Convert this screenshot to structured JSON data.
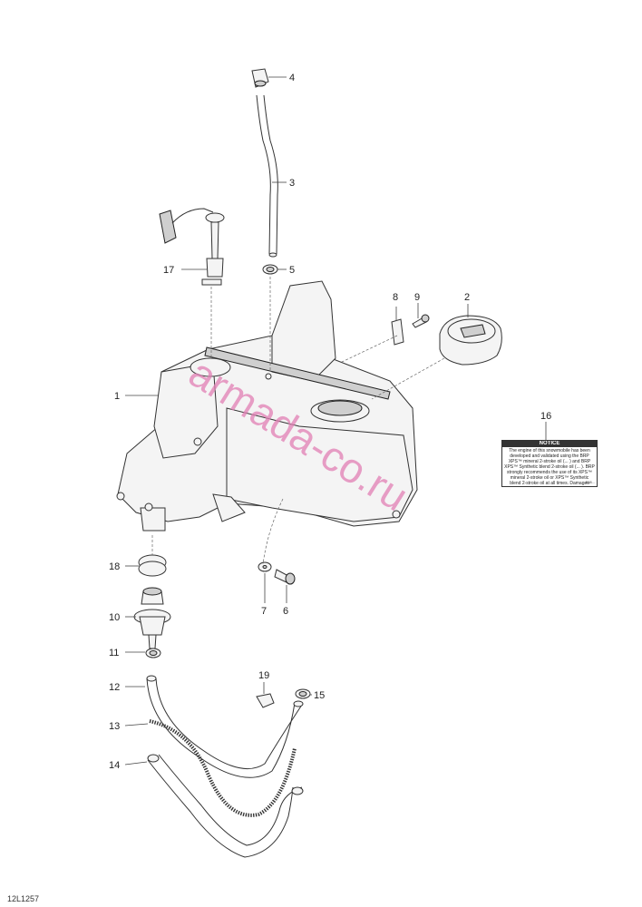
{
  "callouts": {
    "c1": "1",
    "c2": "2",
    "c3": "3",
    "c4": "4",
    "c5": "5",
    "c6": "6",
    "c7": "7",
    "c8": "8",
    "c9": "9",
    "c10": "10",
    "c11": "11",
    "c12": "12",
    "c13": "13",
    "c14": "14",
    "c15": "15",
    "c16": "16",
    "c17": "17",
    "c18": "18",
    "c19": "19"
  },
  "drawing_id": "12L1257",
  "watermark": "armada-co.ru",
  "notice": {
    "title": "NOTICE",
    "text": "The engine of this snowmobile has been developed and validated using the BRP XPS™ mineral 2-stroke oil (... ) and BRP XPS™ Synthetic blend 2-stroke oil (... ). BRP strongly recommends the use of its XPS™ mineral 2-stroke oil or XPS™ Synthetic blend 2-stroke oil at all times. Damages caused by oil which is not suitable for the engine will not be covered by the BRP limited warranty.",
    "code": "518..."
  },
  "colors": {
    "watermark": "#e27fb5",
    "line": "#333333"
  }
}
